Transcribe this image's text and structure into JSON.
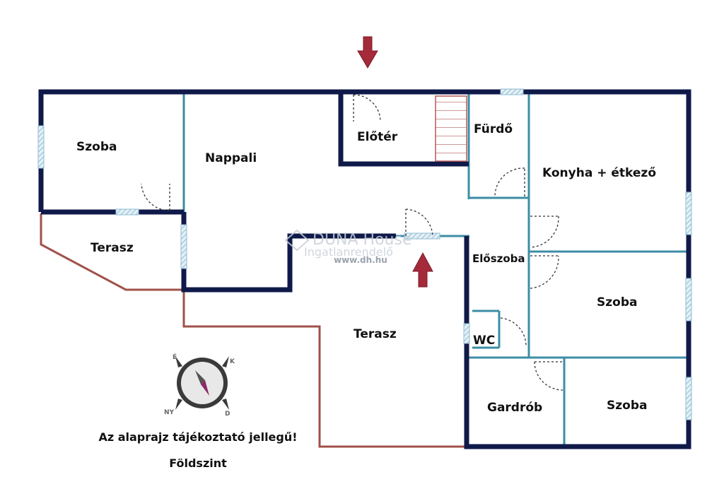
{
  "rooms": {
    "szoba_nw": "Szoba",
    "nappali": "Nappali",
    "eloter": "Előtér",
    "furdo": "Fürdő",
    "konyha": "Konyha + étkező",
    "terasz_w": "Terasz",
    "eloszoba": "Előszoba",
    "szoba_e": "Szoba",
    "terasz_s": "Terasz",
    "wc": "WC",
    "gardrob": "Gardrób",
    "szoba_se": "Szoba"
  },
  "watermark": {
    "brand": "DUNA House",
    "sub": "Ingatlanrendelő",
    "url": "www.dh.hu"
  },
  "compass": {
    "north": "É",
    "east": "K",
    "south": "D",
    "west": "NY"
  },
  "notes": {
    "disclaimer": "Az alaprajz tájékoztató jellegű!",
    "floor": "Földszint"
  },
  "colors": {
    "outer_wall": "#0f1a4a",
    "inner_wall": "#3b8ea5",
    "terrace_line": "#a0504a",
    "window": "#b8d7e6",
    "entrance_arrow": "#a52a3a"
  }
}
